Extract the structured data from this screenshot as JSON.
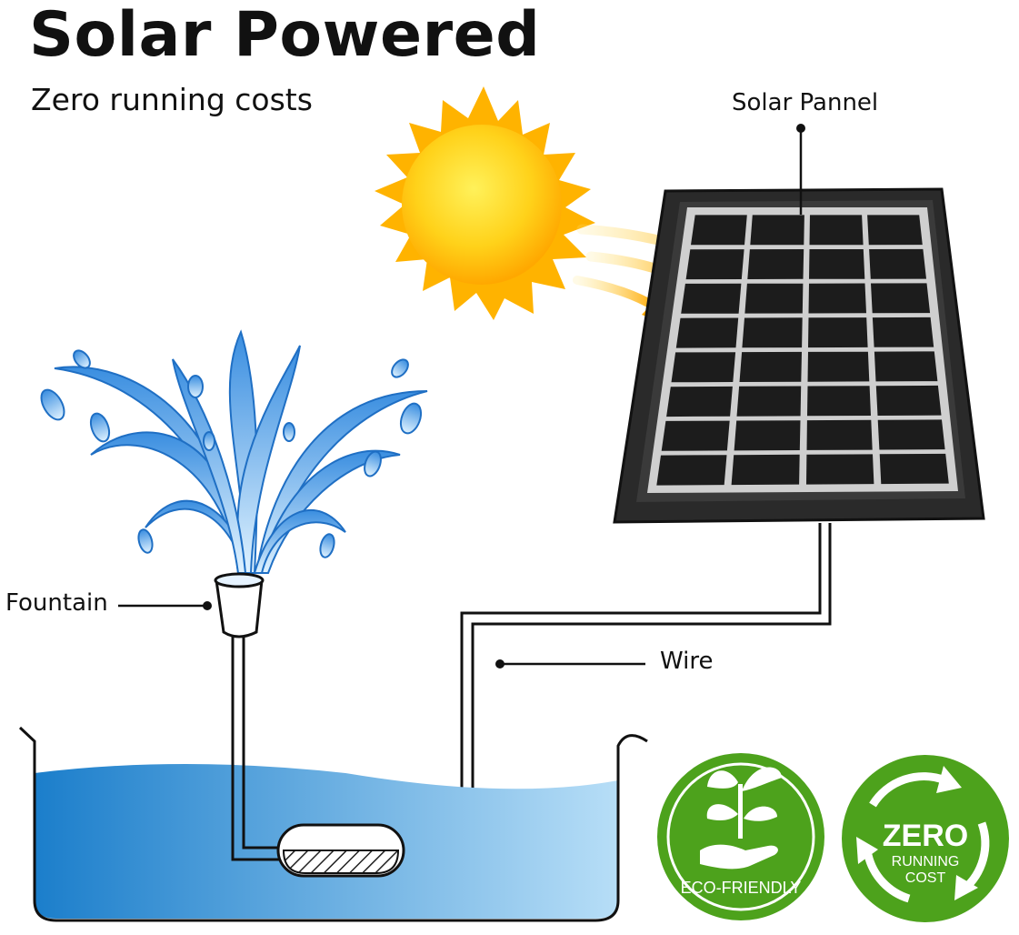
{
  "header": {
    "title": "Solar Powered",
    "subtitle": "Zero running costs"
  },
  "labels": {
    "solar_panel": "Solar Pannel",
    "fountain": "Fountain",
    "wire": "Wire"
  },
  "badges": {
    "eco_friendly": "ECO-FRIENDLY",
    "zero_big": "ZERO",
    "running": "RUNNING",
    "cost": "COST"
  },
  "colors": {
    "sun_core": "#FFD21A",
    "sun_rays": "#FFB300",
    "panel_frame": "#2a2a2a",
    "panel_cell": "#1c1c1c",
    "water_dark": "#1a7fd0",
    "water_light": "#9fd2f5",
    "badge_green": "#4da21c"
  }
}
